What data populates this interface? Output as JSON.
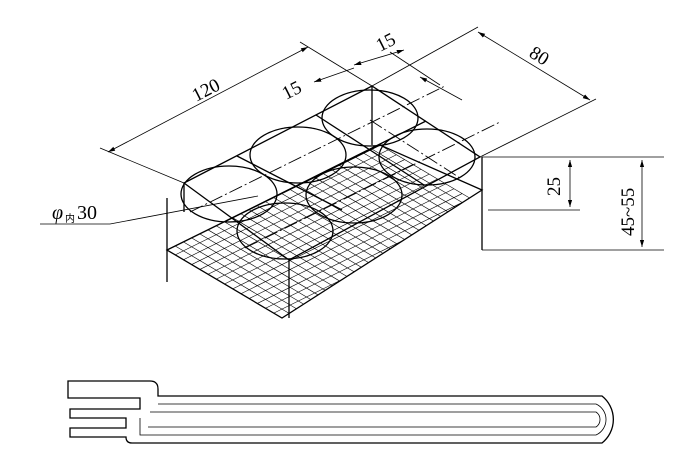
{
  "dimensions": {
    "length": "120",
    "width": "80",
    "spacing_top": "15",
    "spacing_side": "15",
    "depth": "25",
    "height_range": "45~55"
  },
  "hole_label": {
    "symbol": "φ",
    "subscript": "内",
    "value": "30"
  }
}
